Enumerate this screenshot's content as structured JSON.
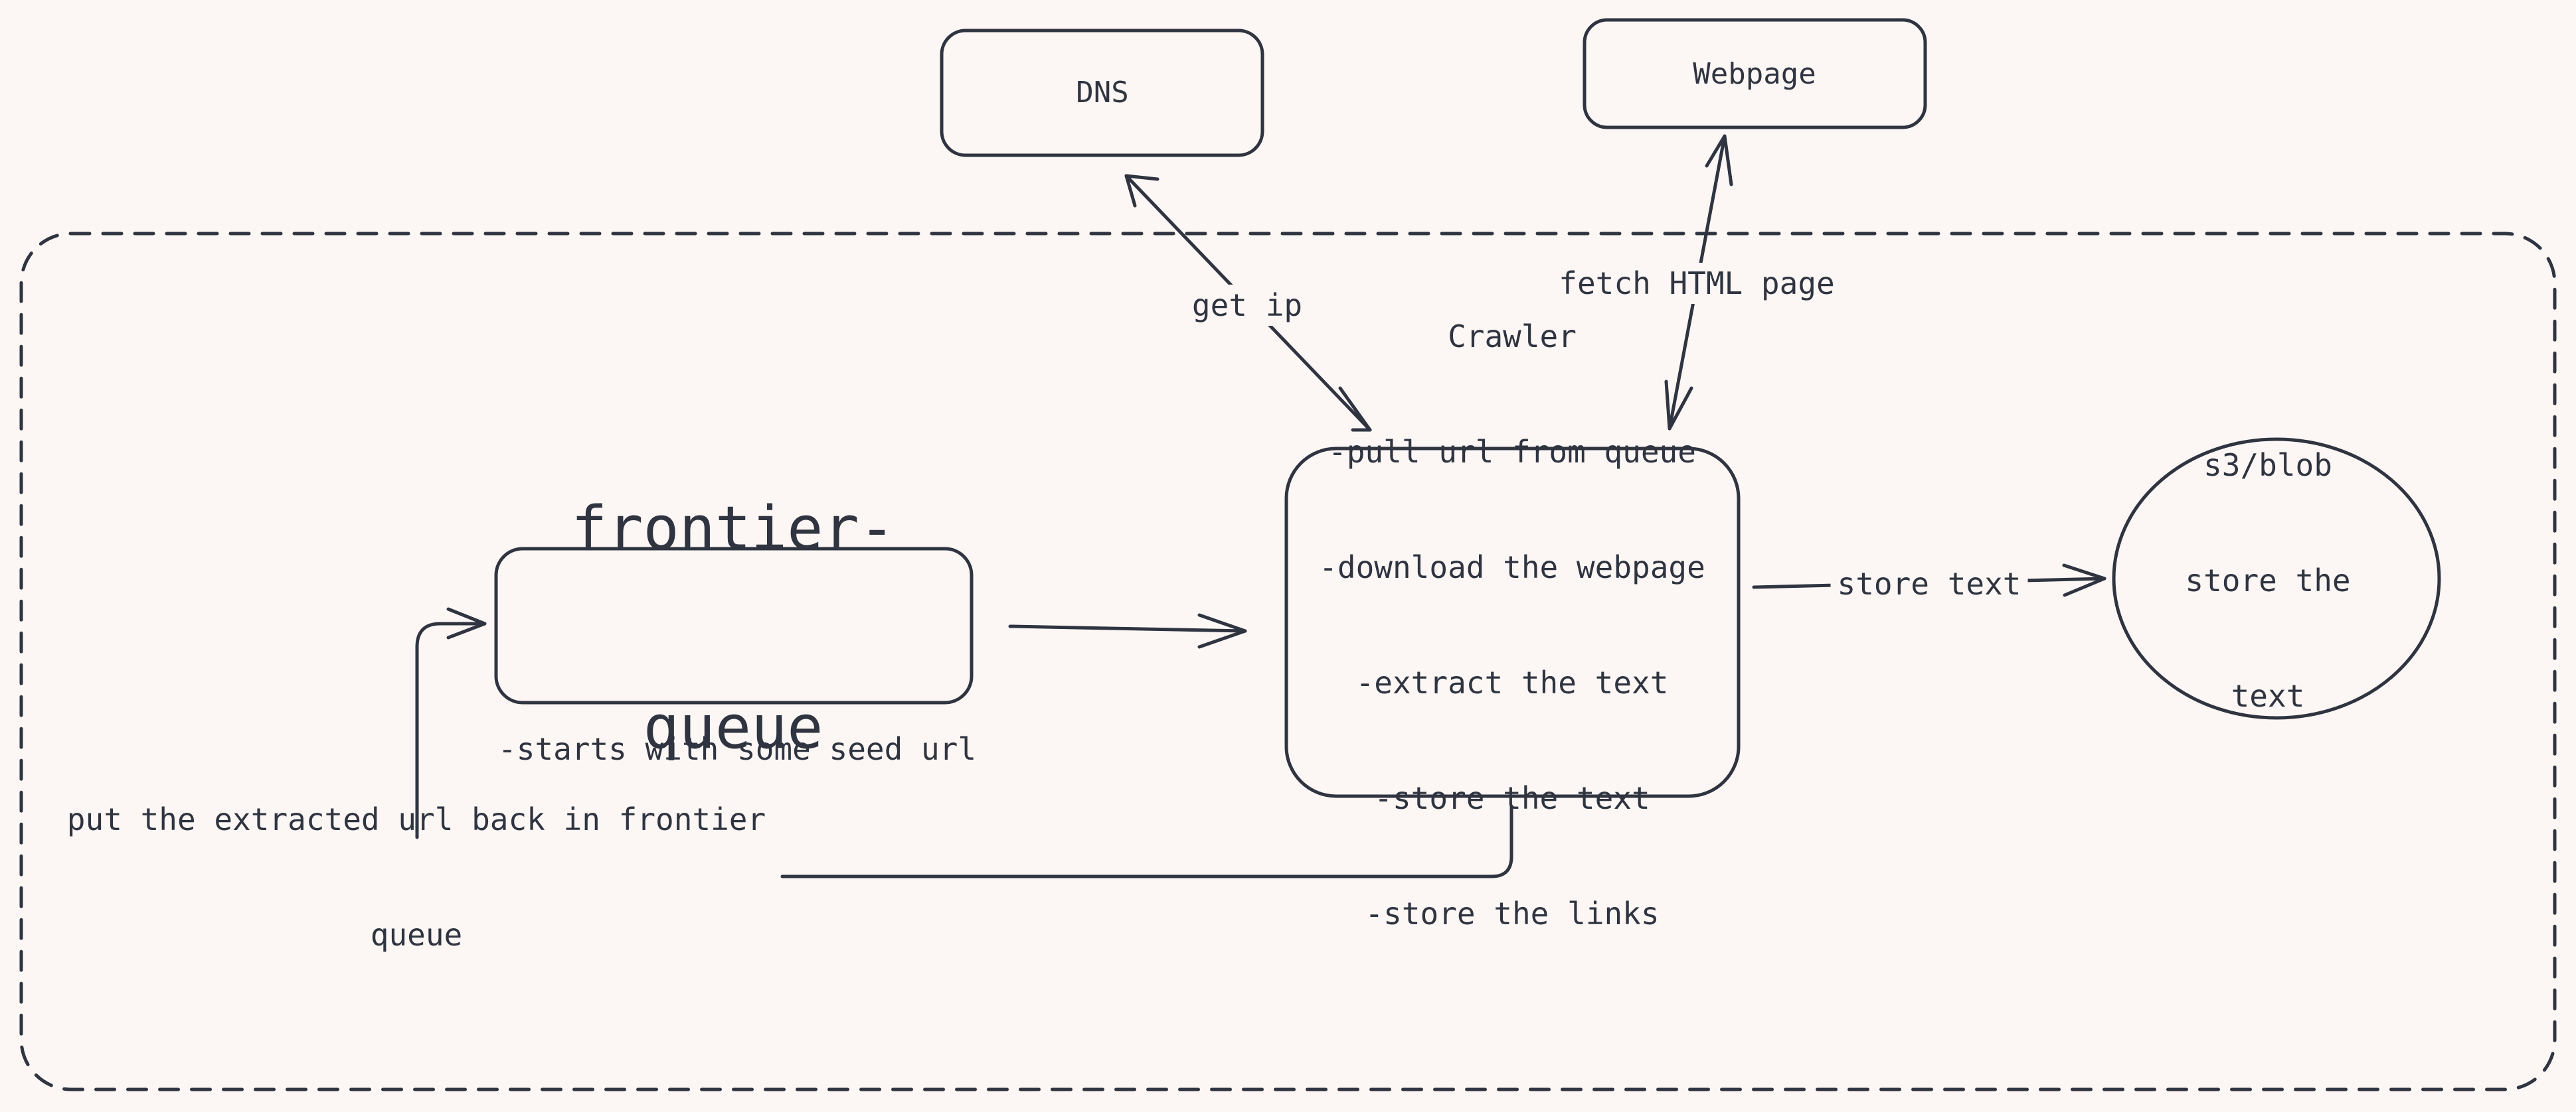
{
  "nodes": {
    "dns": "DNS",
    "webpage": "Webpage",
    "frontier_queue": [
      "frontier-",
      "queue"
    ],
    "frontier_note": "-starts with some seed url",
    "crawler": [
      "Crawler",
      "-pull url from queue",
      "-download the webpage",
      "-extract the text",
      "-store the text",
      "-store the links"
    ],
    "storage": [
      "s3/blob",
      "store the",
      "text"
    ]
  },
  "edges": {
    "dns": "get ip",
    "webpage": "fetch HTML page",
    "storage": "store text",
    "feedback": [
      "put the extracted url back in frontier",
      "queue"
    ]
  },
  "colors": {
    "stroke": "#2f3440",
    "background": "#fcf7f5"
  }
}
